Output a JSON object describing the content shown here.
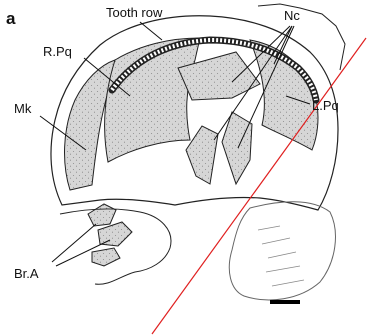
{
  "figure": {
    "panel_letter": "a",
    "labels": {
      "tooth_row": "Tooth row",
      "nc": "Nc",
      "r_pq": "R.Pq",
      "l_pq": "L.Pq",
      "mk": "Mk",
      "br_a": "Br.A"
    },
    "colors": {
      "outline": "#222222",
      "bone_fill": "#d6d6d6",
      "cut_line": "#e02020",
      "scale_bar": "#000000"
    }
  }
}
